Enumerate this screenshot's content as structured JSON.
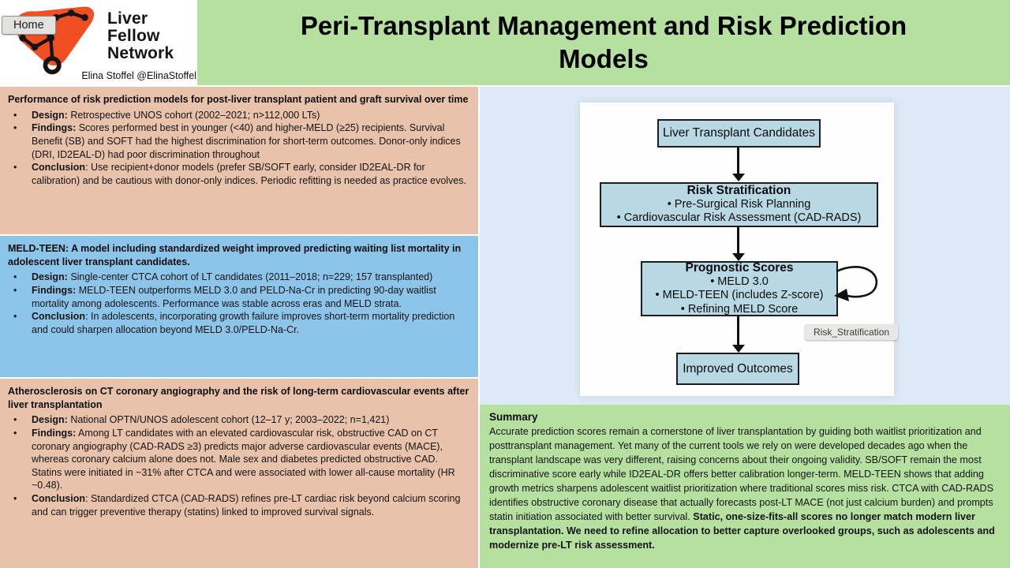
{
  "header": {
    "home_label": "Home",
    "logo_lines": [
      "Liver",
      "Fellow",
      "Network"
    ],
    "byline": "Elina Stoffel @ElinaStoffel",
    "title": "Peri-Transplant Management and Risk Prediction Models"
  },
  "left_boxes": [
    {
      "variant": "salmon",
      "title": "Performance of risk prediction models for post-liver transplant patient and graft survival over time",
      "bullets": [
        {
          "label": "Design:",
          "text": " Retrospective UNOS cohort (2002–2021; n>112,000 LTs)"
        },
        {
          "label": "Findings:",
          "text": " Scores performed best in younger (<40) and higher-MELD (≥25) recipients. Survival Benefit (SB) and SOFT had the highest discrimination for short-term outcomes. Donor-only indices (DRI, ID2EAL-D) had poor discrimination throughout"
        },
        {
          "label": "Conclusion",
          "text": ": Use recipient+donor models (prefer SB/SOFT early, consider ID2EAL-DR for calibration) and be cautious with donor-only indices. Periodic refitting is needed as practice evolves."
        }
      ]
    },
    {
      "variant": "blue",
      "title": "MELD-TEEN: A model including standardized weight improved predicting waiting list mortality in adolescent liver transplant candidates.",
      "bullets": [
        {
          "label": "Design:",
          "text": " Single-center CTCA cohort of LT candidates (2011–2018; n=229; 157 transplanted)"
        },
        {
          "label": "Findings:",
          "text": " MELD-TEEN outperforms MELD 3.0 and PELD-Na-Cr in predicting 90-day waitlist mortality among adolescents. Performance was stable across eras and MELD strata."
        },
        {
          "label": "Conclusion",
          "text": ": In adolescents, incorporating growth failure improves short-term mortality prediction and could sharpen allocation beyond MELD 3.0/PELD-Na-Cr."
        }
      ]
    },
    {
      "variant": "salmon",
      "title": "Atherosclerosis on CT coronary angiography and the risk of long-term cardiovascular events after liver transplantation",
      "bullets": [
        {
          "label": "Design:",
          "text": " National OPTN/UNOS adolescent cohort (12–17 y; 2003–2022; n=1,421)"
        },
        {
          "label": "Findings:",
          "text": " Among LT candidates with an elevated cardiovascular risk, obstructive CAD on CT coronary angiography (CAD-RADS ≥3) predicts major adverse cardiovascular events (MACE), whereas coronary calcium alone does not. Male sex and diabetes predicted obstructive CAD. Statins were initiated in ~31% after CTCA and were associated with lower all-cause mortality (HR ~0.48)."
        },
        {
          "label": "Conclusion",
          "text": ": Standardized CTCA (CAD-RADS) refines pre-LT cardiac risk beyond calcium scoring and can trigger preventive therapy (statins) linked to improved survival signals."
        }
      ]
    }
  ],
  "flowchart": {
    "nodes": [
      {
        "title": "Liver Transplant Candidates",
        "bold_title": false,
        "lines": []
      },
      {
        "title": "Risk Stratification",
        "bold_title": true,
        "lines": [
          "• Pre-Surgical Risk Planning",
          "• Cardiovascular Risk Assessment (CAD-RADS)"
        ]
      },
      {
        "title": "Prognostic Scores",
        "bold_title": true,
        "lines": [
          "• MELD 3.0",
          "• MELD-TEEN (includes Z-score)",
          "• Refining MELD Score"
        ]
      },
      {
        "title": "Improved Outcomes",
        "bold_title": false,
        "lines": []
      }
    ],
    "tag_label": "Risk_Stratification"
  },
  "summary": {
    "heading": "Summary",
    "body": "Accurate prediction scores remain a cornerstone of liver transplantation by guiding both waitlist prioritization and posttransplant management. Yet many of the current tools we rely on were developed decades ago when the transplant landscape was very different, raising concerns about their ongoing validity. SB/SOFT remain the most discriminative score early while ID2EAL-DR offers better calibration longer-term. MELD-TEEN shows that adding growth metrics sharpens adolescent waitlist prioritization where traditional scores miss risk. CTCA with CAD-RADS identifies obstructive coronary disease that actually forecasts post-LT MACE (not just calcium burden) and prompts statin initiation associated with better survival. ",
    "body_bold": "Static, one-size-fits-all scores no longer match modern liver transplantation. We need to refine allocation to better capture overlooked groups, such as adolescents and modernize pre-LT risk assessment."
  },
  "colors": {
    "green": "#b5e0a0",
    "salmon": "#e8c2ab",
    "blue": "#8cc4ea",
    "panel_blue": "#dde9f6",
    "node_fill": "#b8d8e4",
    "logo_orange": "#f04e23"
  }
}
